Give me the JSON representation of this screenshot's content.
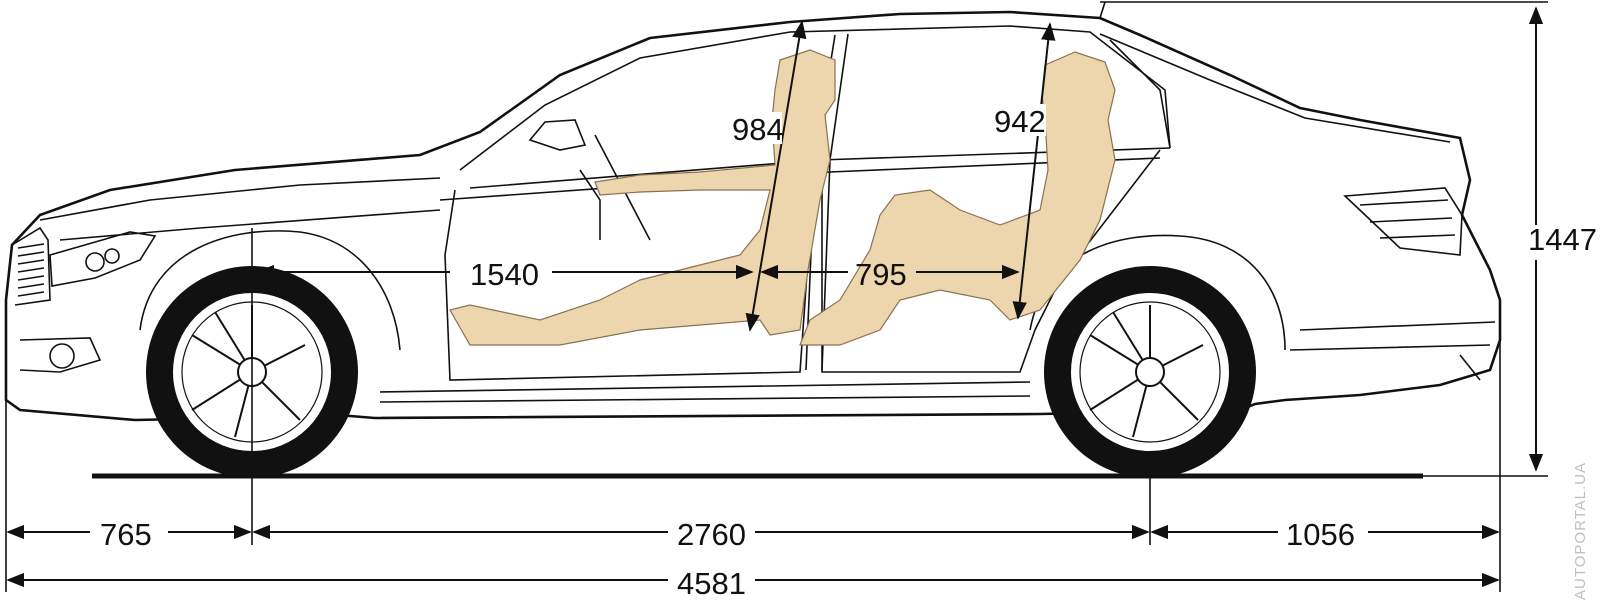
{
  "dimensions": {
    "front_headroom": "984",
    "rear_headroom": "942",
    "front_seat_legroom": "1540",
    "rear_seat_legroom": "795",
    "height": "1447",
    "front_overhang": "765",
    "wheelbase": "2760",
    "rear_overhang": "1056",
    "overall_length": "4581"
  },
  "watermark": "AUTOPORTAL.UA",
  "colors": {
    "occupant": "#edd6ad",
    "line": "#111111",
    "background": "#ffffff"
  }
}
